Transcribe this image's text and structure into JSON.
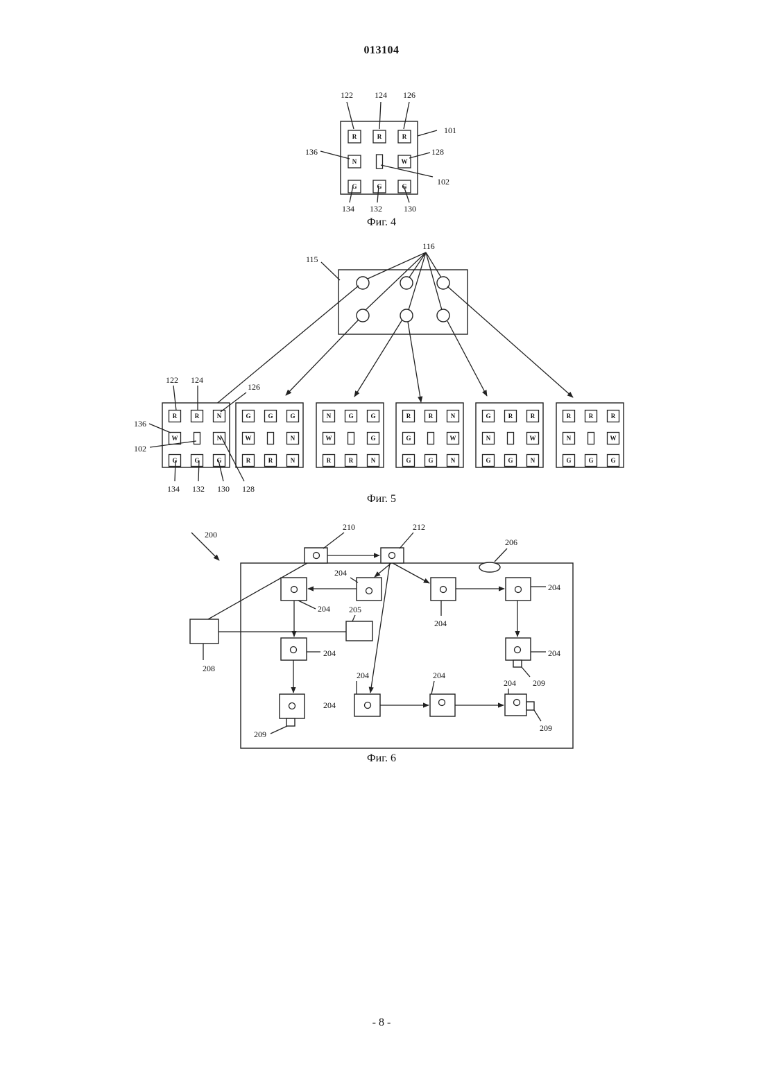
{
  "doc_number": "013104",
  "page_number": "- 8 -",
  "fig4": {
    "caption": "Фиг. 4",
    "frame_ref": "101",
    "center_ref": "102",
    "top_refs": [
      "122",
      "124",
      "126"
    ],
    "bottom_refs": [
      "134",
      "132",
      "130"
    ],
    "left_ref": "136",
    "right_ref": "128",
    "grid": [
      [
        "R",
        "R",
        "R"
      ],
      [
        "N",
        "",
        "W"
      ],
      [
        "G",
        "G",
        "G"
      ]
    ]
  },
  "fig5": {
    "caption": "Фиг. 5",
    "source_ref": "115",
    "lens_ref": "116",
    "refs": {
      "r122": "122",
      "r124": "124",
      "r126": "126",
      "r136": "136",
      "r102": "102",
      "r134": "134",
      "r132": "132",
      "r130": "130",
      "r128": "128"
    },
    "grids": [
      [
        [
          "R",
          "R",
          "N"
        ],
        [
          "W",
          "",
          "N"
        ],
        [
          "G",
          "G",
          "G"
        ]
      ],
      [
        [
          "G",
          "G",
          "G"
        ],
        [
          "W",
          "",
          "N"
        ],
        [
          "R",
          "R",
          "N"
        ]
      ],
      [
        [
          "N",
          "G",
          "G"
        ],
        [
          "W",
          "",
          "G"
        ],
        [
          "R",
          "R",
          "N"
        ]
      ],
      [
        [
          "R",
          "R",
          "N"
        ],
        [
          "G",
          "",
          "W"
        ],
        [
          "G",
          "G",
          "N"
        ]
      ],
      [
        [
          "G",
          "R",
          "R"
        ],
        [
          "N",
          "",
          "W"
        ],
        [
          "G",
          "G",
          "N"
        ]
      ],
      [
        [
          "R",
          "R",
          "R"
        ],
        [
          "N",
          "",
          "W"
        ],
        [
          "G",
          "G",
          "G"
        ]
      ]
    ]
  },
  "fig6": {
    "caption": "Фиг. 6",
    "labels": {
      "system": "200",
      "source_a": "210",
      "source_b": "212",
      "ellipse": "206",
      "controller": "208",
      "node205": "205",
      "node": "204",
      "sensor": "209"
    }
  }
}
